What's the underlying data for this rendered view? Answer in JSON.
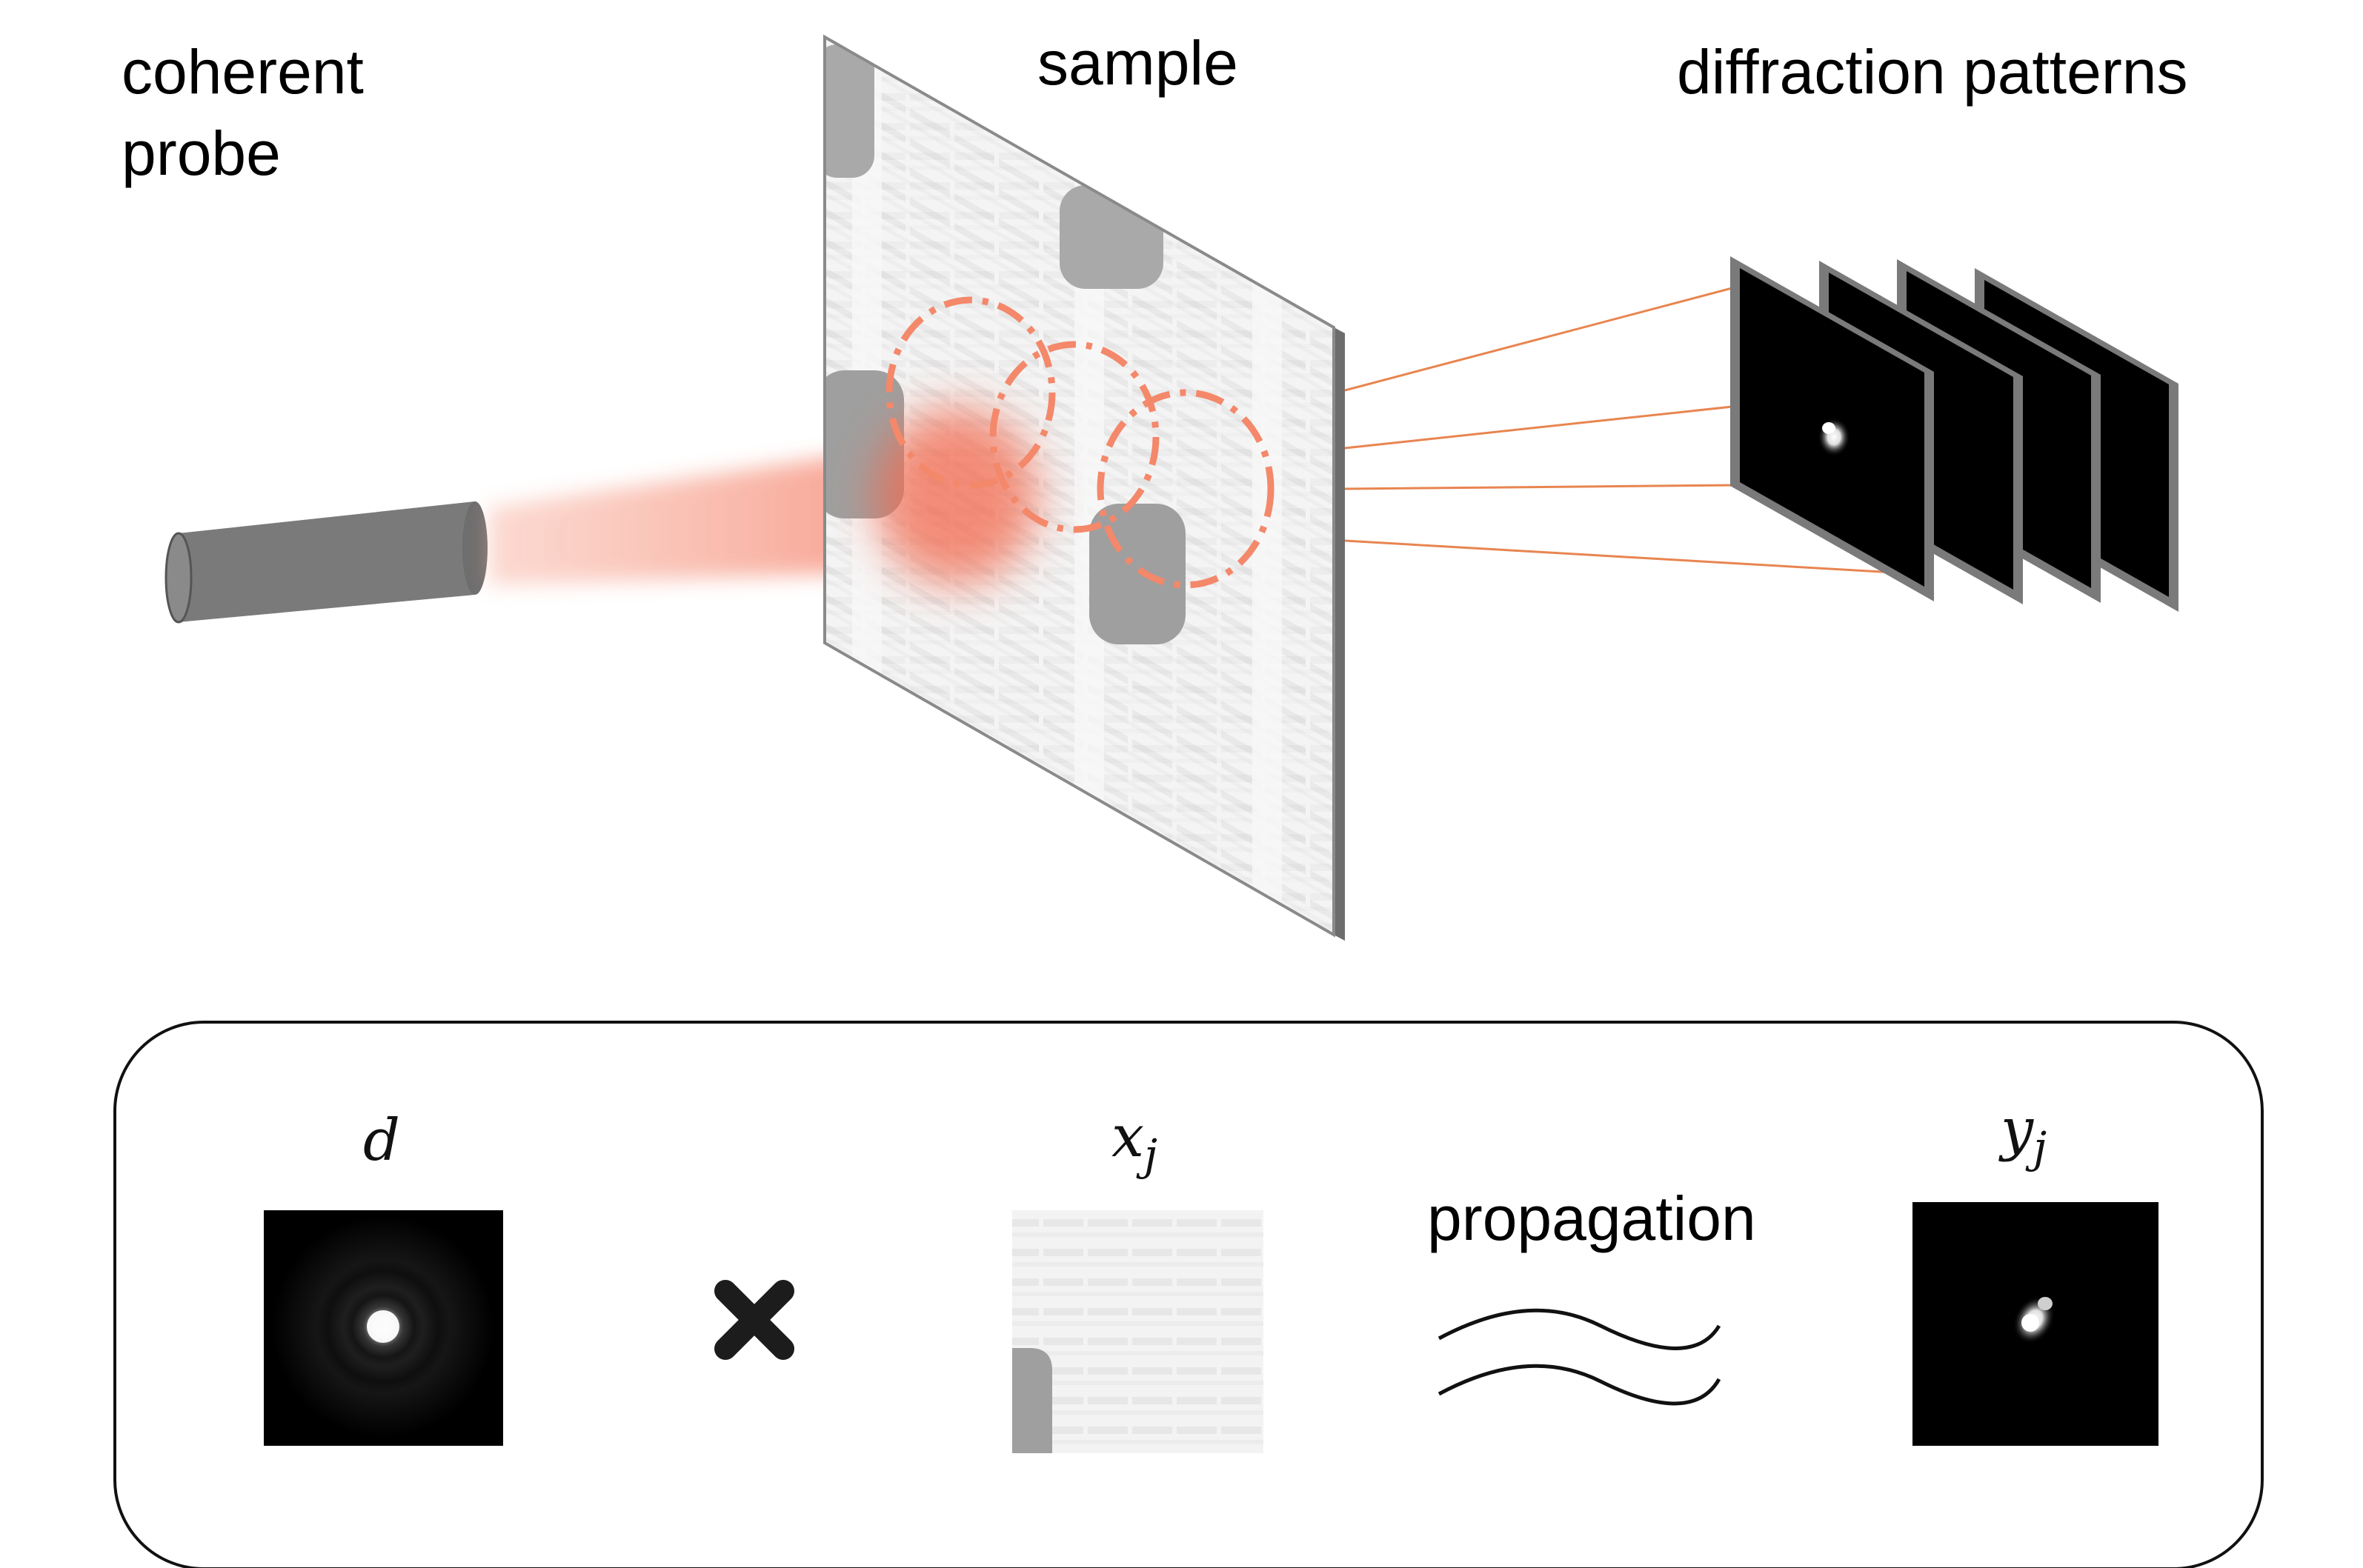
{
  "labels": {
    "probe": "coherent\nprobe",
    "sample": "sample",
    "patterns": "diffraction patterns"
  },
  "equation": {
    "probe_symbol": "d",
    "sample_symbol": "x",
    "sample_subscript": "j",
    "output_symbol": "y",
    "output_subscript": "j",
    "operator": "×",
    "propagation_label": "propagation"
  },
  "colors": {
    "beam": "#f36b4f",
    "scan_circle": "#f4886a",
    "ray": "#e88550",
    "device": "#7a7a7a",
    "detector": "#000000"
  }
}
